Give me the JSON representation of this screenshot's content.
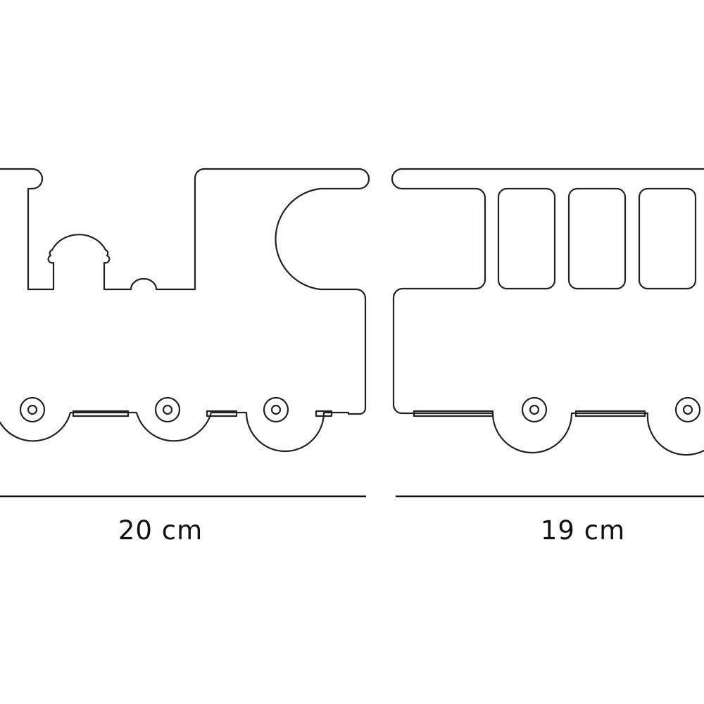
{
  "diagram": {
    "subject": "Toy train cut-out outline: locomotive and carriage",
    "line_color": "#222222",
    "background": "#ffffff",
    "pieces": [
      {
        "name": "locomotive",
        "features": [
          "chimney",
          "steam dome",
          "cab",
          "3 wheels"
        ],
        "dimension": {
          "label": "20 cm",
          "value": 20,
          "unit": "cm"
        }
      },
      {
        "name": "carriage",
        "features": [
          "3 windows",
          "door opening",
          "2 visible wheels"
        ],
        "dimension": {
          "label": "19 cm",
          "value": 19,
          "unit": "cm"
        }
      }
    ]
  }
}
